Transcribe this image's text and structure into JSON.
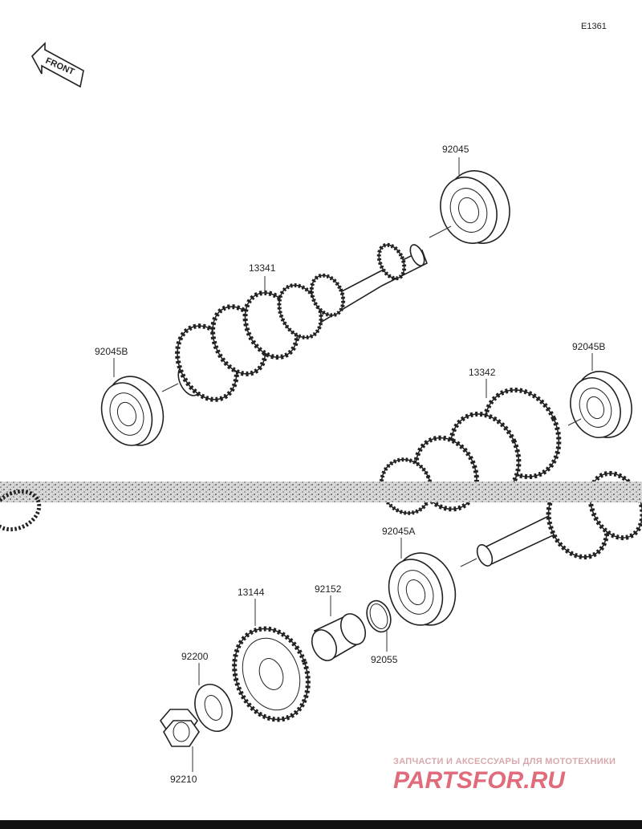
{
  "diagram_code": "E1361",
  "front_indicator": "FRONT",
  "parts": [
    {
      "number": "92045"
    },
    {
      "number": "13341"
    },
    {
      "number": "92045B"
    },
    {
      "number": "92045B"
    },
    {
      "number": "13342"
    },
    {
      "number": "92045A"
    },
    {
      "number": "13144"
    },
    {
      "number": "92152"
    },
    {
      "number": "92200"
    },
    {
      "number": "92055"
    },
    {
      "number": "92210"
    }
  ],
  "watermark": {
    "tagline": "ЗАПЧАСТИ И АКСЕССУАРЫ ДЛЯ МОТОТЕХНИКИ",
    "brand": "PARTSFOR.RU",
    "color": "#e06b7a"
  }
}
